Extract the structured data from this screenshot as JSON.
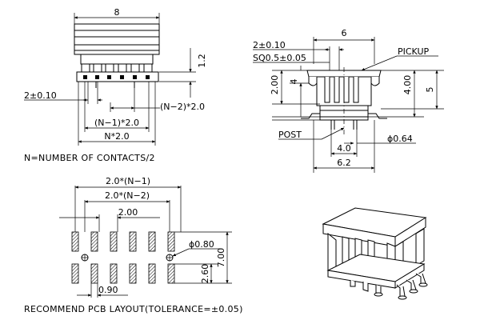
{
  "front_view": {
    "width": "8",
    "height": "1.2",
    "pin_width": "2±0.10",
    "pitch_n1": "(N−1)*2.0",
    "pitch_n2": "(N−2)*2.0",
    "total": "N*2.0"
  },
  "side_view": {
    "pin_width": "2±0.10",
    "width": "6",
    "pin_square": "SQ0.5±0.05",
    "pickup": "PICKUP",
    "h200": "2.00",
    "h4": "4",
    "h400": "4.00",
    "h5": "5",
    "post": "POST",
    "post_dia": "ϕ0.64",
    "post_span": "4.0",
    "base_width": "6.2"
  },
  "note_contacts": "N=NUMBER OF CONTACTS/2",
  "pcb_layout": {
    "dim_total": "2.0*(N−1)",
    "dim_n2": "2.0*(N−2)",
    "pitch": "2.00",
    "hole_dia": "ϕ0.80",
    "row_span": "7.00",
    "row_offset": "2.60",
    "pad_width": "0.90",
    "title": "RECOMMEND PCB LAYOUT(TOLERANCE=±0.05)"
  }
}
